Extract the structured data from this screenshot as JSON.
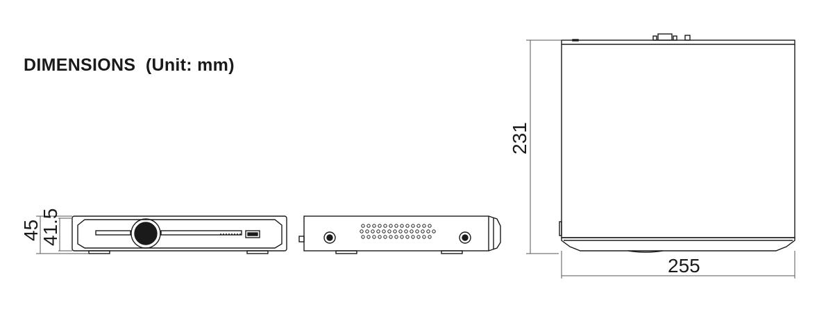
{
  "title": "DIMENSIONS  (Unit: mm)",
  "dimensions": {
    "height_outer": "45",
    "height_inner": "41.5",
    "depth": "231",
    "width": "255"
  },
  "colors": {
    "line": "#1a1a1a",
    "dim_line": "#555555",
    "background": "#ffffff"
  }
}
